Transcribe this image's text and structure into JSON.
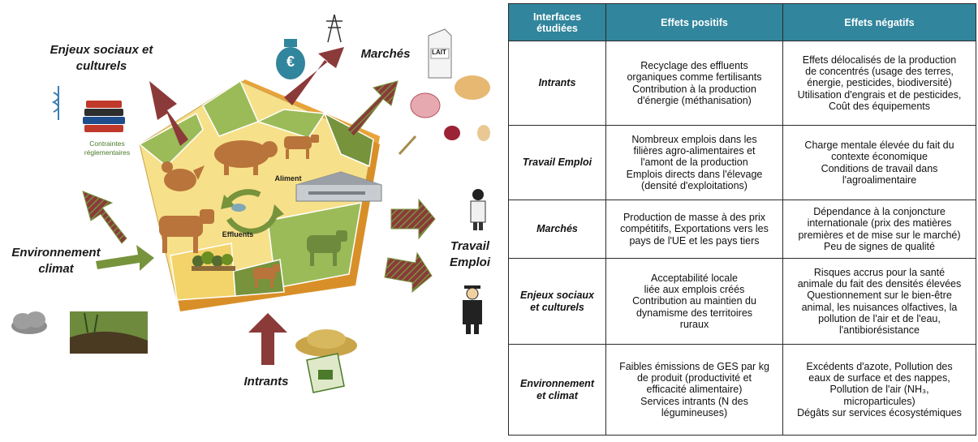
{
  "diagram": {
    "labels": {
      "social": "Enjeux sociaux et\nculturels",
      "marches": "Marchés",
      "environnement": "Environnement\nclimat",
      "travail": "Travail\nEmploi",
      "intrants": "Intrants",
      "aliment": "Aliment",
      "effluents": "Effluents",
      "contraintes": "Contraintes\nréglementaires",
      "lait": "LAIT",
      "euro": "€"
    },
    "colors": {
      "arrow_brown": "#8b3a3a",
      "arrow_green": "#77933c",
      "field_yellow": "#f7e08a",
      "field_green": "#9bbb59",
      "field_dark": "#6e8b3d",
      "header_teal": "#31859c"
    },
    "icons": [
      "caduceus-icon",
      "books-icon",
      "money-bag-icon",
      "pylon-icon",
      "milk-carton-icon",
      "chicken-meat-icon",
      "pork-meat-icon",
      "wheat-icon",
      "eggs-icon",
      "cloud-icon",
      "wetland-icon",
      "grain-pile-icon",
      "fertilizer-bag-icon",
      "worker-icon",
      "farmer-icon",
      "cow-icon",
      "pig-icon",
      "hen-icon",
      "barn-icon",
      "trees-icon"
    ]
  },
  "table": {
    "headers": [
      "Interfaces\nétudiées",
      "Effets positifs",
      "Effets négatifs"
    ],
    "rows": [
      {
        "interface": "Intrants",
        "positive": "Recyclage des effluents\norganiques comme fertilisants\nContribution à la production\nd'énergie (méthanisation)",
        "negative": "Effets délocalisés de la production\nde concentrés (usage des terres,\nénergie, pesticides, biodiversité)\nUtilisation d'engrais et de pesticides,\nCoût des équipements"
      },
      {
        "interface": "Travail Emploi",
        "positive": "Nombreux emplois dans les\nfilières agro-alimentaires et\nl'amont de la production\nEmplois directs dans l'élevage\n(densité d'exploitations)",
        "negative": "Charge mentale élevée du fait du\ncontexte économique\nConditions de travail dans\nl'agroalimentaire"
      },
      {
        "interface": "Marchés",
        "positive": "Production de masse à des prix\ncompétitifs, Exportations vers les\npays de l'UE et les pays tiers",
        "negative": "Dépendance à la conjoncture\ninternationale (prix des matières\npremières et de mise sur le marché)\nPeu de signes de qualité"
      },
      {
        "interface": "Enjeux sociaux\net culturels",
        "positive": "Acceptabilité locale\nliée aux emplois créés\nContribution au maintien du\ndynamisme  des territoires\nruraux",
        "negative": "Risques accrus pour la santé\nanimale du fait des densités élevées\nQuestionnement sur le bien-être\nanimal, les nuisances olfactives, la\npollution de l'air et de l'eau,\nl'antibiorésistance"
      },
      {
        "interface": "Environnement\net climat",
        "positive": "Faibles émissions de GES par kg\nde produit (productivité et\nefficacité alimentaire)\nServices intrants (N des\nlégumineuses)",
        "negative": "Excédents d'azote, Pollution des\neaux de surface et des nappes,\nPollution de l'air (NH₃,\nmicroparticules)\nDégâts sur services écosystémiques"
      }
    ]
  }
}
